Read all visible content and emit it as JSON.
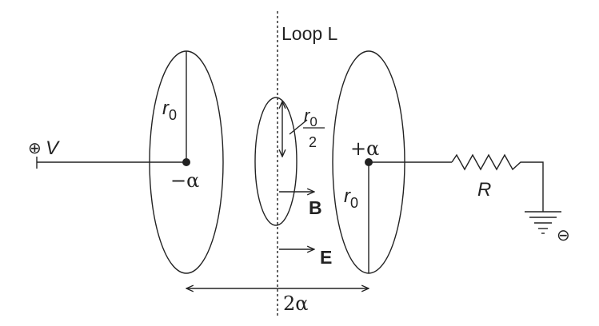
{
  "labels": {
    "loop": "Loop L",
    "r0_left": "r",
    "r0_left_sub": "0",
    "r0_right": "r",
    "r0_right_sub": "0",
    "r0_small_num": "r",
    "r0_small_num_sub": "0",
    "r0_small_den": "2",
    "neg_alpha": "−α",
    "pos_alpha": "+α",
    "voltage_sign": "⊕",
    "voltage": "V",
    "resistor": "R",
    "ground_sign": "⊖",
    "b_field": "B",
    "e_field": "E",
    "separation": "2α"
  },
  "colors": {
    "stroke": "#222222",
    "background": "#ffffff"
  }
}
